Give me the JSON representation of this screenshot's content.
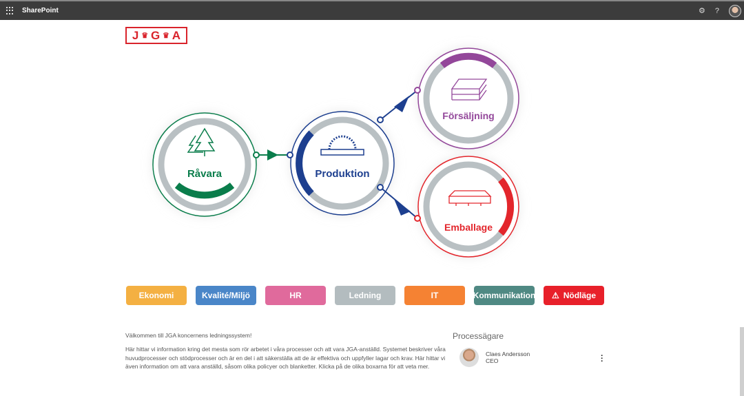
{
  "topbar": {
    "app_name": "SharePoint",
    "icons": [
      "app-launcher-icon",
      "settings-icon",
      "help-icon",
      "user-avatar"
    ],
    "help_label": "?",
    "settings_label": "⚙"
  },
  "logo": {
    "text": "JGA",
    "letters": [
      "J",
      "G",
      "A"
    ]
  },
  "processes": {
    "ravara": {
      "label": "Råvara",
      "color": "#0a7d4b"
    },
    "produktion": {
      "label": "Produktion",
      "color": "#1d3f8f"
    },
    "forsaljning": {
      "label": "Försäljning",
      "color": "#93479a"
    },
    "emballage": {
      "label": "Emballage",
      "color": "#e3262c"
    }
  },
  "buttons": [
    {
      "label": "Ekonomi",
      "color": "#f4b042"
    },
    {
      "label": "Kvalité/Miljö",
      "color": "#4a86c8"
    },
    {
      "label": "HR",
      "color": "#e06a9c"
    },
    {
      "label": "Ledning",
      "color": "#b3bcbf"
    },
    {
      "label": "IT",
      "color": "#f58233"
    },
    {
      "label": "Kommunikation",
      "color": "#4f8983"
    },
    {
      "label": "Nödläge",
      "color": "#e8202a",
      "icon": "warning-icon"
    }
  ],
  "intro": {
    "heading": "Välkommen till JGA koncernens ledningssystem!",
    "body": "Här hittar vi information kring det mesta som rör arbetet i våra processer och att vara JGA-anställd. Systemet beskriver våra huvudprocesser och stödprocesser och är en del i att säkerställa att de är effektiva och uppfyller lagar och krav. Här hittar vi även information om att vara anställd, såsom olika policyer och blanketter. Klicka på de olika boxarna för att veta mer."
  },
  "owner": {
    "section_title": "Processägare",
    "name": "Claes Andersson",
    "role": "CEO"
  }
}
